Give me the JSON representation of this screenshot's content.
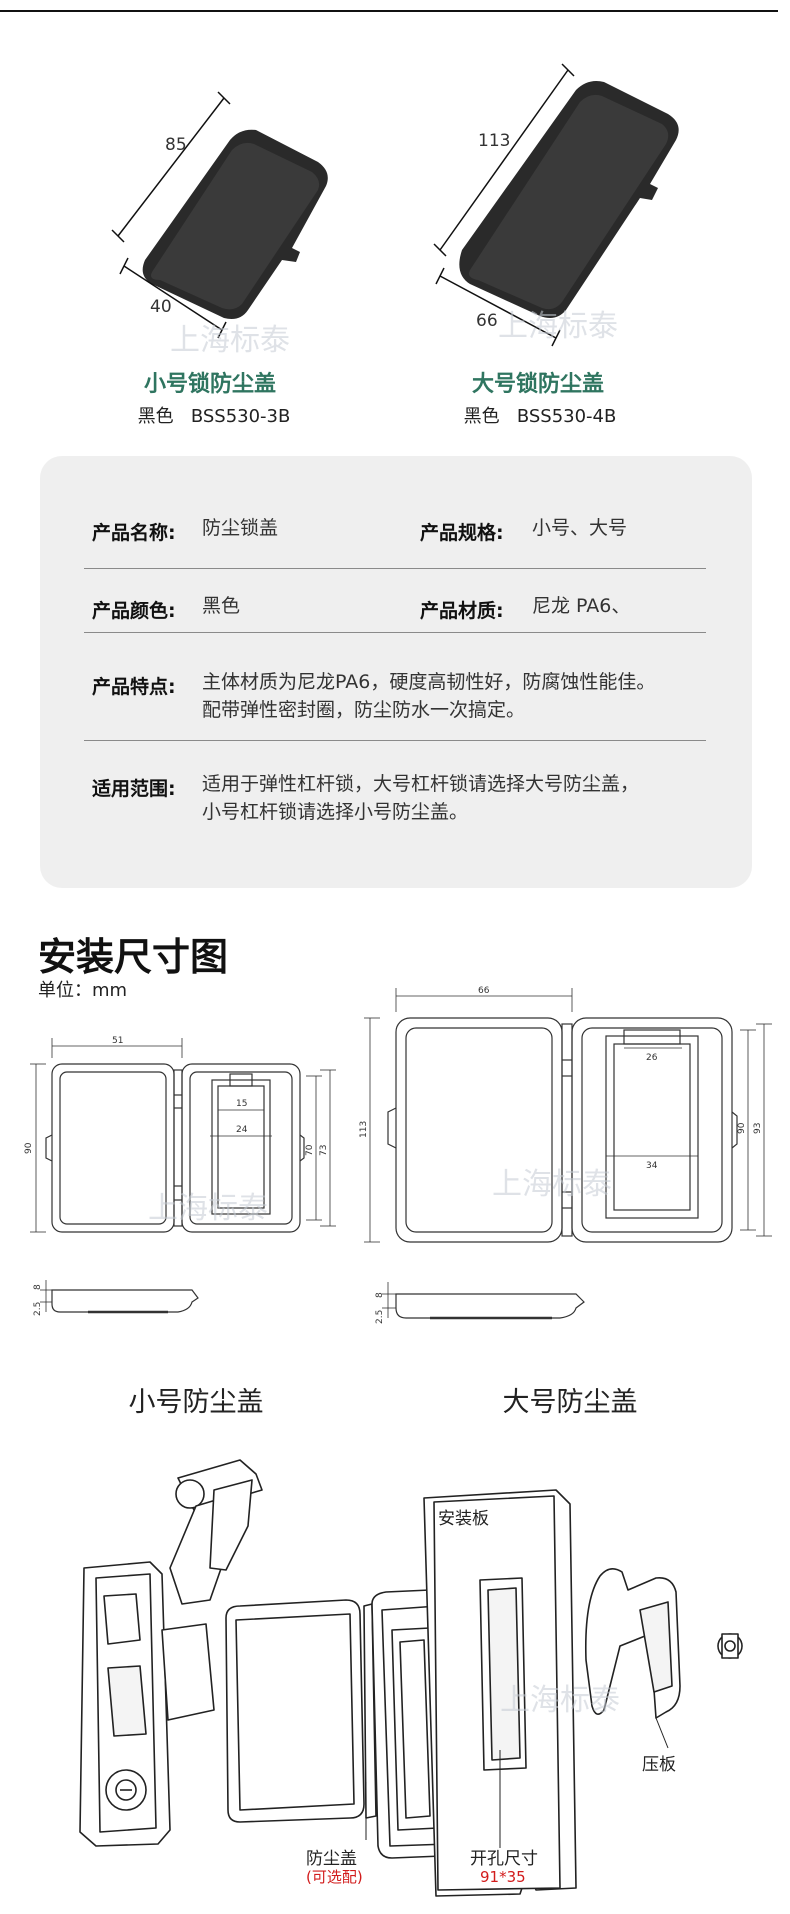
{
  "products": {
    "small": {
      "dim_long": "85",
      "dim_short": "40",
      "name": "小号锁防尘盖",
      "color": "黑色",
      "model": "BSS530-3B"
    },
    "large": {
      "dim_long": "113",
      "dim_short": "66",
      "name": "大号锁防尘盖",
      "color": "黑色",
      "model": "BSS530-4B"
    }
  },
  "specs": {
    "name_label": "产品名称:",
    "name_value": "防尘锁盖",
    "size_label": "产品规格:",
    "size_value": "小号、大号",
    "color_label": "产品颜色:",
    "color_value": "黑色",
    "material_label": "产品材质:",
    "material_value": "尼龙 PA6、",
    "feature_label": "产品特点:",
    "feature_line1": "主体材质为尼龙PA6，硬度高韧性好，防腐蚀性能佳。",
    "feature_line2": "配带弹性密封圈，防尘防水一次搞定。",
    "scope_label": "适用范围:",
    "scope_line1": "适用于弹性杠杆锁，大号杠杆锁请选择大号防尘盖，",
    "scope_line2": "小号杠杆锁请选择小号防尘盖。"
  },
  "drawing": {
    "title": "安装尺寸图",
    "unit": "单位：mm",
    "small": {
      "w": "51",
      "h": "90",
      "inner_top": "15",
      "inner_w": "24",
      "h70": "70",
      "h73": "73",
      "t8": "8",
      "t25": "2.5"
    },
    "large": {
      "w": "66",
      "h": "113",
      "inner_top": "26",
      "inner_w": "34",
      "h90": "90",
      "h93": "93",
      "t8": "8",
      "t25": "2.5"
    },
    "small_caption": "小号防尘盖",
    "large_caption": "大号防尘盖"
  },
  "assembly": {
    "plate_label": "安装板",
    "cover_label": "防尘盖",
    "cover_note": "(可选配)",
    "hole_label": "开孔尺寸",
    "hole_size": "91*35",
    "clamp_label": "压板"
  },
  "watermark": {
    "text": "上海标泰"
  },
  "colors": {
    "accent_green": "#2f7560",
    "spec_bg": "#efefef",
    "red": "#d21c1c",
    "cover_black": "#2a2a2a"
  }
}
